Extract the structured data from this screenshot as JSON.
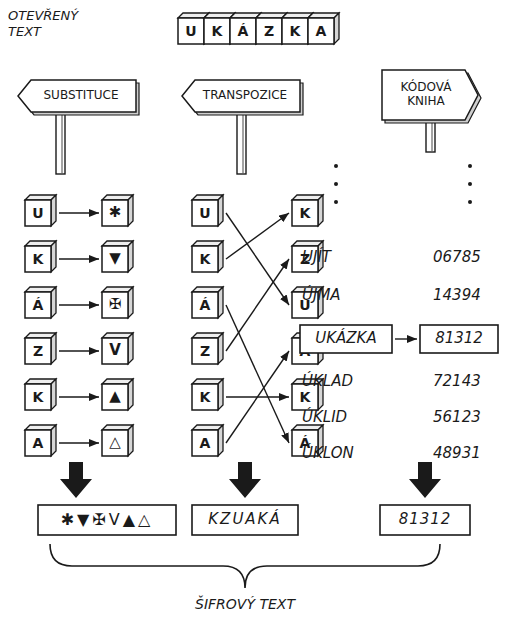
{
  "diagram": {
    "nodes": [
      {
        "text": [
          "U"
        ]
      },
      {
        "text": [
          "K"
        ]
      },
      {
        "text": [
          "Á"
        ]
      },
      {
        "text": [
          "Z"
        ]
      },
      {
        "text": [
          "K"
        ]
      },
      {
        "text": [
          "A"
        ]
      },
      {
        "text": [
          "SUBSTITUCE"
        ]
      },
      {
        "text": [
          "TRANSPOZICE"
        ]
      },
      {
        "text": [
          "KÓDOVÁ KNIHA"
        ]
      },
      {
        "text": [
          "U"
        ]
      },
      {
        "text": [
          "✱"
        ]
      },
      {
        "text": [
          "K"
        ]
      },
      {
        "text": [
          "▼"
        ]
      },
      {
        "text": [
          "Á"
        ]
      },
      {
        "text": [
          "✠"
        ]
      },
      {
        "text": [
          "Z"
        ]
      },
      {
        "text": [
          "V"
        ]
      },
      {
        "text": [
          "K"
        ]
      },
      {
        "text": [
          "▲"
        ]
      },
      {
        "text": [
          "A"
        ]
      },
      {
        "text": [
          "△"
        ]
      },
      {
        "text": [
          "U"
        ]
      },
      {
        "text": [
          "K"
        ]
      },
      {
        "text": [
          "Á"
        ]
      },
      {
        "text": [
          "Z"
        ]
      },
      {
        "text": [
          "K"
        ]
      },
      {
        "text": [
          "A"
        ]
      },
      {
        "text": [
          "K"
        ]
      },
      {
        "text": [
          "Z"
        ]
      },
      {
        "text": [
          "U"
        ]
      },
      {
        "text": [
          "A"
        ]
      },
      {
        "text": [
          "K"
        ]
      },
      {
        "text": [
          "Á"
        ]
      },
      {
        "text": [
          "UKÁZKA"
        ]
      },
      {
        "text": [
          "81312"
        ]
      },
      {
        "text": [
          "✱▼✠V▲△"
        ]
      },
      {
        "text": [
          "KZUAKÁ"
        ]
      },
      {
        "text": [
          "81312"
        ]
      }
    ],
    "edges": [
      {
        "from": 9,
        "to": 10,
        "arrow": "to"
      },
      {
        "from": 11,
        "to": 12,
        "arrow": "to"
      },
      {
        "from": 13,
        "to": 14,
        "arrow": "to"
      },
      {
        "from": 15,
        "to": 16,
        "arrow": "to"
      },
      {
        "from": 17,
        "to": 18,
        "arrow": "to"
      },
      {
        "from": 19,
        "to": 20,
        "arrow": "to"
      },
      {
        "from": 21,
        "to": 29,
        "arrow": "to"
      },
      {
        "from": 22,
        "to": 27,
        "arrow": "to"
      },
      {
        "from": 23,
        "to": 32,
        "arrow": "to"
      },
      {
        "from": 24,
        "to": 28,
        "arrow": "to"
      },
      {
        "from": 25,
        "to": 31,
        "arrow": "to"
      },
      {
        "from": 26,
        "to": 30,
        "arrow": "to"
      },
      {
        "from": 33,
        "to": 34,
        "arrow": "to"
      }
    ],
    "labels": [
      "OTEVŘENÝ TEXT",
      "UJÍT",
      "06785",
      "ÚJMA",
      "14394",
      "ÚKLAD",
      "72143",
      "ÚKLID",
      "56123",
      "ÚKLON",
      "48931",
      "ŠIFROVÝ TEXT"
    ]
  }
}
